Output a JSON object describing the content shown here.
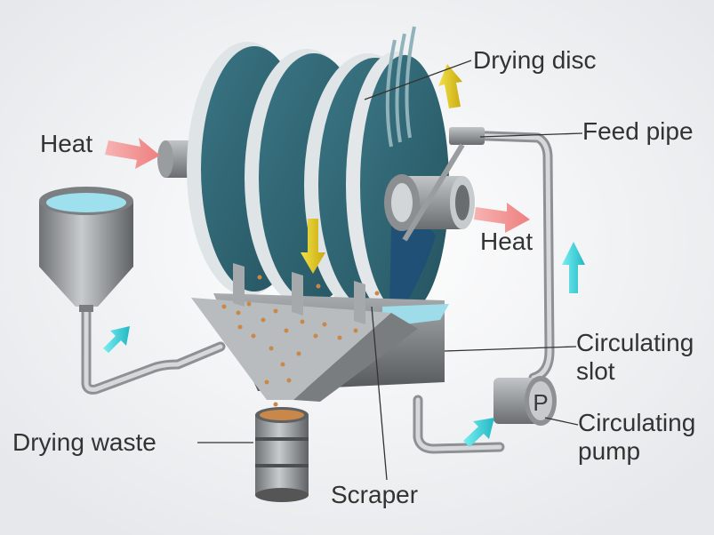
{
  "labels": {
    "drying_disc": "Drying disc",
    "feed_pipe": "Feed pipe",
    "heat_left": "Heat",
    "heat_right": "Heat",
    "circulating_slot": "Circulating\nslot",
    "circulating_pump": "Circulating\npump",
    "drying_waste": "Drying waste",
    "scraper": "Scraper",
    "pump_letter": "P"
  },
  "colors": {
    "background": "#ffffff",
    "disc": "#2f6674",
    "disc_rim": "#dfe4e6",
    "metal": "#8a8d90",
    "metal_dark": "#4e5154",
    "pipe": "#b9bcbf",
    "liquid": "#8fd3e6",
    "heat_arrow": "#f08a8a",
    "yellow_arrow": "#e8cf1c",
    "cyan_arrow": "#3fd3dc",
    "particles": "#c9874a",
    "label_text": "#333333"
  }
}
